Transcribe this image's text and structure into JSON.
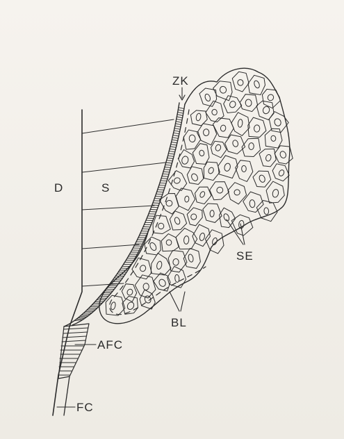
{
  "labels": {
    "zk": "ZK",
    "d": "D",
    "s": "S",
    "se": "SE",
    "bl": "BL",
    "afc": "AFC",
    "fc": "FC"
  },
  "colors": {
    "ink": "#2b2b2b",
    "paper": "#f4f1ec"
  }
}
